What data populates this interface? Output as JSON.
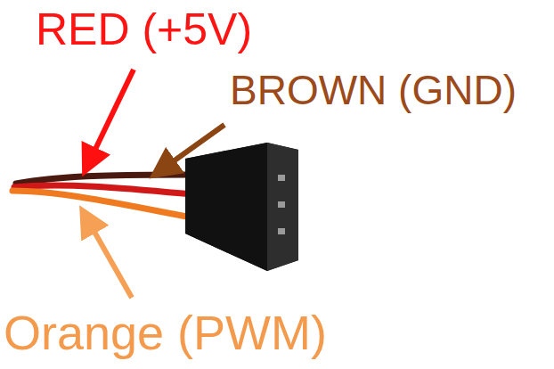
{
  "diagram": {
    "labels": [
      "RED (+5V)",
      "BROWN (GND)",
      "Orange (PWM)"
    ]
  }
}
